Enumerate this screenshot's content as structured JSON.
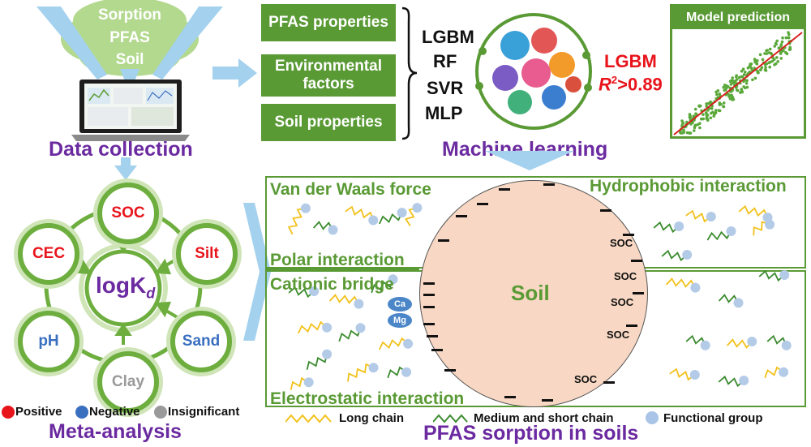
{
  "data_collection": {
    "cloud_labels": [
      "Sorption",
      "PFAS",
      "Soil"
    ],
    "title": "Data collection"
  },
  "features": {
    "items": [
      "PFAS properties",
      "Environmental factors",
      "Soil properties"
    ],
    "env_line1": "Environmental",
    "env_line2": "factors"
  },
  "machine_learning": {
    "models": [
      "LGBM",
      "RF",
      "SVR",
      "MLP"
    ],
    "best_model": "LGBM",
    "r2_text": ">0.89",
    "r2_symbol": "R",
    "title": "Machine learning"
  },
  "model_prediction": {
    "title": "Model prediction"
  },
  "meta_analysis": {
    "center": "logK",
    "center_sub": "d",
    "nodes": {
      "soc": "SOC",
      "silt": "Silt",
      "sand": "Sand",
      "clay": "Clay",
      "ph": "pH",
      "cec": "CEC"
    },
    "legend": [
      "Positive",
      "Negative",
      "Insignificant"
    ],
    "title": "Meta-analysis",
    "colors": {
      "positive": "#e8141b",
      "negative": "#3a6fc0",
      "insignificant": "#9a9a9a"
    }
  },
  "sorption": {
    "soil_label": "Soil",
    "mechanisms": {
      "vdw": "Van der Waals force",
      "hydrophobic": "Hydrophobic interaction",
      "polar": "Polar interaction",
      "cationic": "Cationic bridge",
      "electrostatic": "Electrostatic interaction"
    },
    "soc_label": "SOC",
    "ions": {
      "ca": "Ca",
      "mg": "Mg"
    },
    "legend": [
      "Long chain",
      "Medium and short chain",
      "Functional group"
    ],
    "title": "PFAS sorption in soils"
  }
}
